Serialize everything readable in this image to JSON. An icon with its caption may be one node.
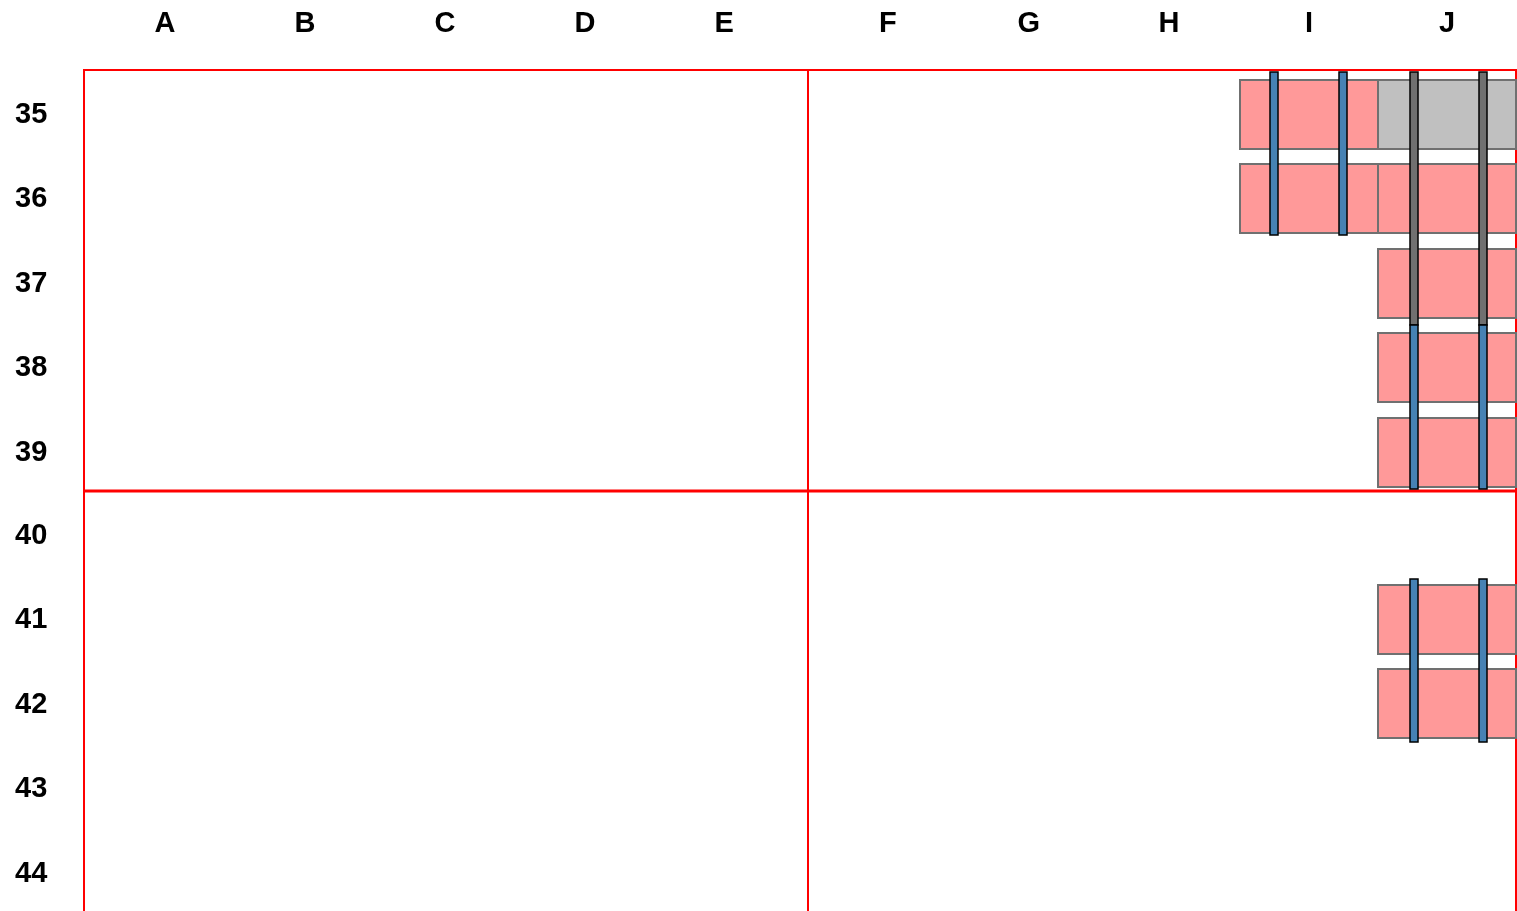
{
  "diagram": {
    "labels": [
      "A",
      "B",
      "C",
      "D",
      "E",
      "F",
      "G",
      "H",
      "I",
      "J",
      "35",
      "36",
      "37",
      "38",
      "39",
      "40",
      "41",
      "42",
      "43",
      "44"
    ]
  }
}
